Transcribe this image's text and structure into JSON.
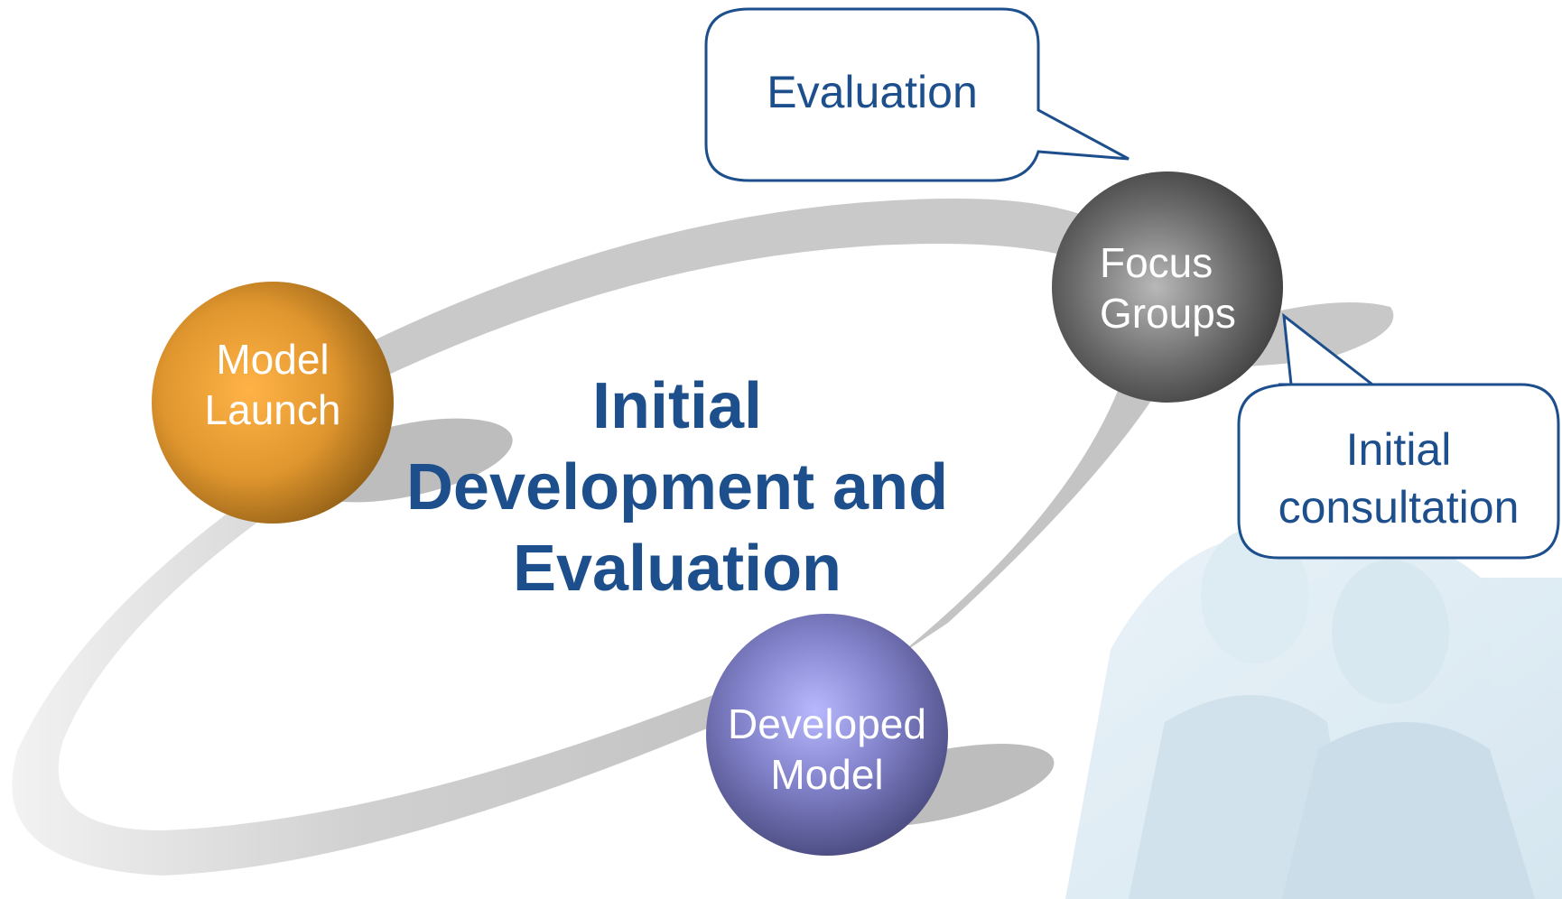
{
  "diagram": {
    "center_title": [
      "Initial",
      "Development and",
      "Evaluation"
    ],
    "nodes": [
      {
        "id": "model-launch",
        "label": [
          "Model",
          "Launch"
        ],
        "color": "#d9902a"
      },
      {
        "id": "focus-groups",
        "label": [
          "Focus",
          "Groups"
        ],
        "color": "#5a5a5a"
      },
      {
        "id": "developed-model",
        "label": [
          "Developed",
          "Model"
        ],
        "color": "#7b7bc2"
      }
    ],
    "callouts": [
      {
        "id": "evaluation",
        "text": [
          "Evaluation"
        ]
      },
      {
        "id": "initial-consultation",
        "text": [
          "Initial",
          "consultation"
        ]
      }
    ],
    "colors": {
      "text_blue": "#1d4f8c",
      "orbit_gray": "#c8c8c8"
    }
  }
}
